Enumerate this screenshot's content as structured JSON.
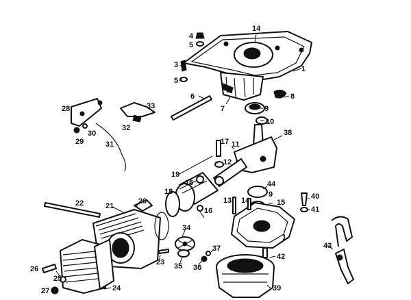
{
  "colors": {
    "ink": "#111111",
    "paper": "#ffffff"
  },
  "callouts": {
    "c1": "1",
    "c2": "1",
    "c3": "3",
    "c4": "4",
    "c5a": "5",
    "c5b": "5",
    "c6": "6",
    "c7": "7",
    "c8": "8",
    "c9a": "9",
    "c9b": "9",
    "c10": "10",
    "c11": "11",
    "c12": "12",
    "c13": "13",
    "c14a": "14",
    "c14b": "14",
    "c15": "15",
    "c16a": "16",
    "c16b": "16",
    "c17": "17",
    "c18": "18",
    "c19": "19",
    "c20": "20",
    "c21": "21",
    "c22": "22",
    "c23": "23",
    "c24": "24",
    "c25": "25",
    "c26": "26",
    "c27": "27",
    "c28": "28",
    "c29": "29",
    "c30": "30",
    "c31": "31",
    "c32": "32",
    "c33": "33",
    "c34": "34",
    "c35": "35",
    "c36": "36",
    "c37": "37",
    "c38": "38",
    "c39": "39",
    "c40": "40",
    "c41": "41",
    "c42": "42",
    "c43": "43",
    "c44": "44"
  }
}
